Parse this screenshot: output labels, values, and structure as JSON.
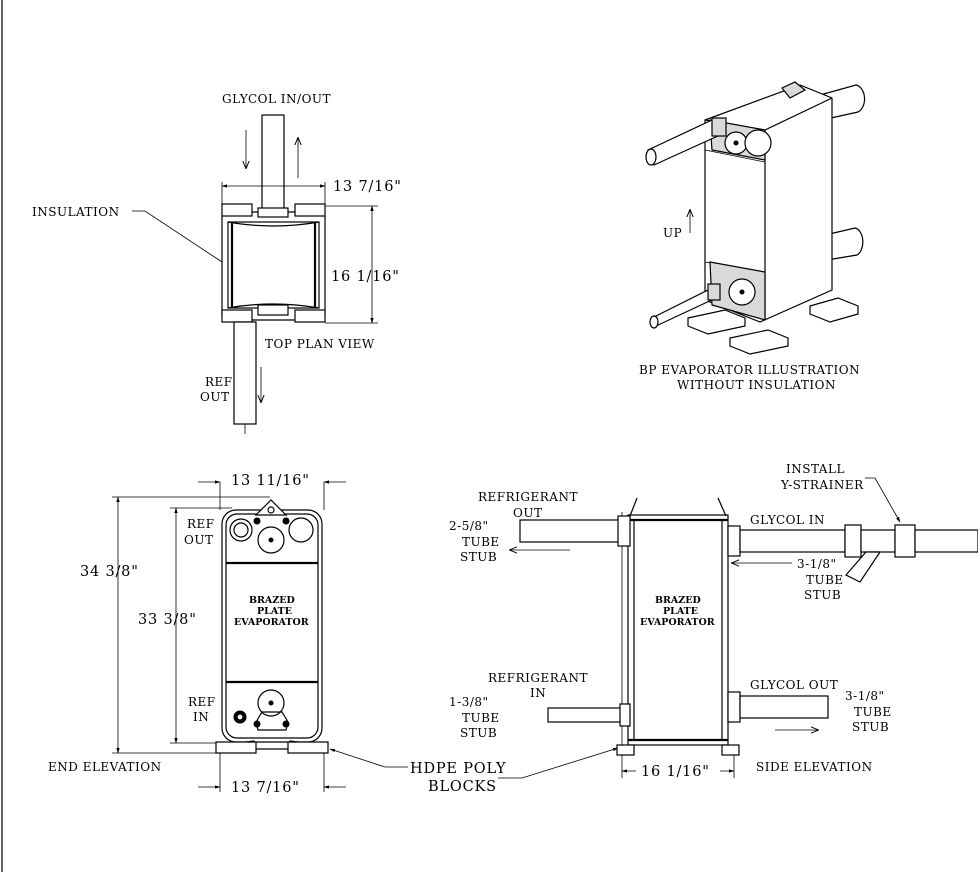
{
  "top_plan": {
    "glycol_label": "GLYCOL IN/OUT",
    "insulation_label": "INSULATION",
    "width_dim": "13 7/16\"",
    "height_dim": "16 1/16\"",
    "view_title": "TOP PLAN VIEW",
    "ref_out_line1": "REF",
    "ref_out_line2": "OUT"
  },
  "illustration": {
    "up_label": "UP",
    "caption_line1": "BP EVAPORATOR ILLUSTRATION",
    "caption_line2": "WITHOUT INSULATION"
  },
  "end_elevation": {
    "top_width_dim": "13 11/16\"",
    "overall_height_dim": "34 3/8\"",
    "body_height_dim": "33 3/8\"",
    "ref_out_line1": "REF",
    "ref_out_line2": "OUT",
    "ref_in_line1": "REF",
    "ref_in_line2": "IN",
    "body_line1": "BRAZED",
    "body_line2": "PLATE",
    "body_line3": "EVAPORATOR",
    "bottom_width_dim": "13 7/16\"",
    "view_title": "END ELEVATION"
  },
  "blocks_callout": {
    "line1": "HDPE POLY",
    "line2": "BLOCKS"
  },
  "side_elevation": {
    "refrigerant_out_line1": "REFRIGERANT",
    "refrigerant_out_line2": "OUT",
    "out_stub_line1": "2-5/8\"",
    "out_stub_line2": "TUBE",
    "out_stub_line3": "STUB",
    "refrigerant_in_line1": "REFRIGERANT",
    "refrigerant_in_line2": "IN",
    "in_stub_line1": "1-3/8\"",
    "in_stub_line2": "TUBE",
    "in_stub_line3": "STUB",
    "install_line1": "INSTALL",
    "install_line2": "Y-STRAINER",
    "glycol_in_label": "GLYCOL IN",
    "glycol_in_stub_line1": "3-1/8\"",
    "glycol_in_stub_line2": "TUBE",
    "glycol_in_stub_line3": "STUB",
    "glycol_out_label": "GLYCOL OUT",
    "glycol_out_stub_line1": "3-1/8\"",
    "glycol_out_stub_line2": "TUBE",
    "glycol_out_stub_line3": "STUB",
    "body_line1": "BRAZED",
    "body_line2": "PLATE",
    "body_line3": "EVAPORATOR",
    "width_dim": "16 1/16\"",
    "view_title": "SIDE ELEVATION"
  }
}
